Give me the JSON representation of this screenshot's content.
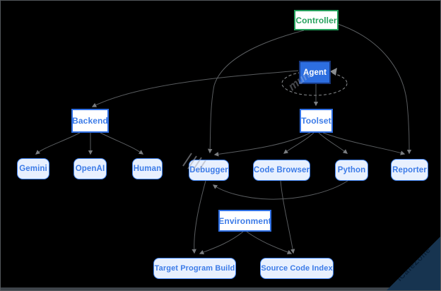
{
  "diagram": {
    "nodes": {
      "controller": {
        "label": "Controller",
        "type": "outlined-green"
      },
      "agent": {
        "label": "Agent",
        "type": "filled-blue"
      },
      "backend": {
        "label": "Backend",
        "type": "outlined-blue"
      },
      "toolset": {
        "label": "Toolset",
        "type": "outlined-blue"
      },
      "environment": {
        "label": "Environment",
        "type": "outlined-blue"
      },
      "gemini": {
        "label": "Gemini",
        "type": "leaf"
      },
      "openai": {
        "label": "OpenAI",
        "type": "leaf"
      },
      "human": {
        "label": "Human",
        "type": "leaf"
      },
      "debugger": {
        "label": "Debugger",
        "type": "leaf"
      },
      "code_browser": {
        "label": "Code Browser",
        "type": "leaf"
      },
      "python": {
        "label": "Python",
        "type": "leaf"
      },
      "reporter": {
        "label": "Reporter",
        "type": "leaf"
      },
      "target_program_build": {
        "label": "Target Program Build",
        "type": "leaf"
      },
      "source_code_index": {
        "label": "Source Code Index",
        "type": "leaf"
      }
    },
    "edges": [
      {
        "from": "controller",
        "to": "debugger",
        "style": "solid"
      },
      {
        "from": "controller",
        "to": "reporter",
        "style": "solid"
      },
      {
        "from": "agent",
        "to": "agent",
        "style": "dashed-self-loop"
      },
      {
        "from": "agent",
        "to": "backend",
        "style": "solid"
      },
      {
        "from": "agent",
        "to": "toolset",
        "style": "solid"
      },
      {
        "from": "backend",
        "to": "gemini",
        "style": "solid"
      },
      {
        "from": "backend",
        "to": "openai",
        "style": "solid"
      },
      {
        "from": "backend",
        "to": "human",
        "style": "solid"
      },
      {
        "from": "toolset",
        "to": "debugger",
        "style": "solid"
      },
      {
        "from": "toolset",
        "to": "code_browser",
        "style": "solid"
      },
      {
        "from": "toolset",
        "to": "python",
        "style": "solid"
      },
      {
        "from": "toolset",
        "to": "reporter",
        "style": "solid"
      },
      {
        "from": "python",
        "to": "debugger",
        "style": "solid"
      },
      {
        "from": "debugger",
        "to": "target_program_build",
        "style": "solid"
      },
      {
        "from": "code_browser",
        "to": "source_code_index",
        "style": "solid"
      },
      {
        "from": "environment",
        "to": "target_program_build",
        "style": "solid"
      },
      {
        "from": "environment",
        "to": "source_code_index",
        "style": "solid"
      }
    ],
    "colors": {
      "background": "#000000",
      "edge": "#595c5f",
      "green_accent": "#24a05c",
      "blue_accent": "#3d7ce8",
      "leaf_fill": "#e8f0fe",
      "agent_fill": "#2d6ee0",
      "corner_watermark_bg": "#173450"
    },
    "watermark": {
      "corner_text": "iCafeZone",
      "center_fragment": "mun"
    }
  }
}
